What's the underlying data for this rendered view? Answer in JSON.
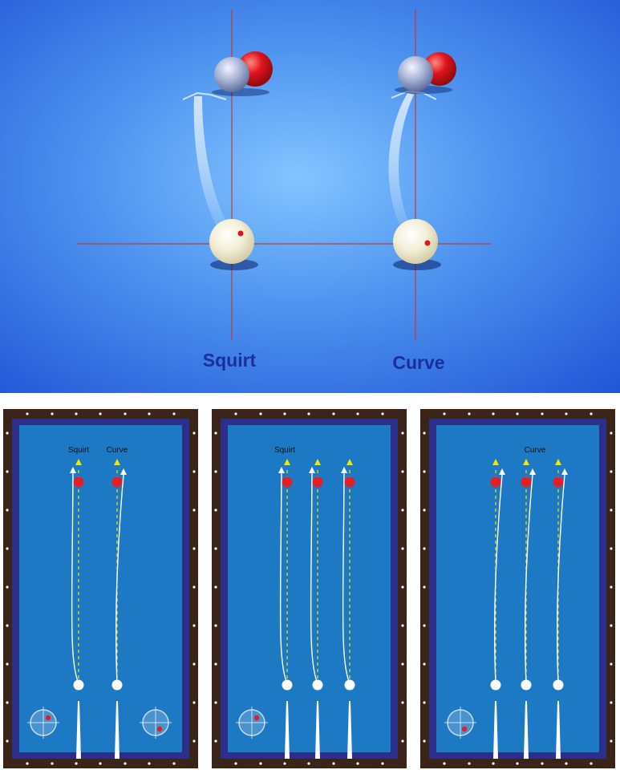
{
  "photo": {
    "captions": {
      "left": "Squirt",
      "right": "Curve"
    }
  },
  "tables": [
    {
      "label": "Squirt",
      "label2": "Curve",
      "shots": [
        "squirt",
        "curve"
      ],
      "aim_icons": 2
    },
    {
      "label": "Squirt",
      "shots": [
        "squirt",
        "squirt",
        "squirt"
      ],
      "aim_icons": 1
    },
    {
      "label": "Curve",
      "shots": [
        "curve",
        "curve",
        "curve"
      ],
      "aim_icons": 1
    }
  ],
  "colors": {
    "cloth": "#1e79c4",
    "cushion": "#2c2f8a",
    "rail": "#3a2417",
    "object_ball": "#e21f26",
    "aim_marker": "#f2e600",
    "cue_ball": "#ffffff"
  }
}
